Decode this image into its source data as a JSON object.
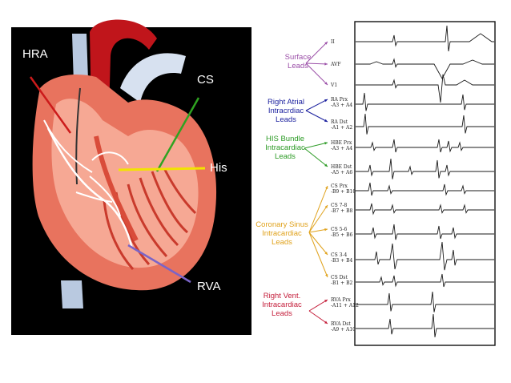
{
  "heart": {
    "labels": {
      "hra": "HRA",
      "cs": "CS",
      "his": "His",
      "rva": "RVA"
    },
    "colors": {
      "hra": "#cc1b1b",
      "cs": "#2fa321",
      "his": "#f2e400",
      "rva": "#7a64c8"
    }
  },
  "groups": [
    {
      "id": "surface",
      "lines": [
        "Surface",
        "Leads"
      ],
      "color": "#9b4fa8"
    },
    {
      "id": "right-atrial",
      "lines": [
        "Right Atrial",
        "Intracrdiac",
        "Leads"
      ],
      "color": "#1a1f9e"
    },
    {
      "id": "his-bundle",
      "lines": [
        "HIS Bundle",
        "Intracardiac",
        "Leads"
      ],
      "color": "#2b9a24"
    },
    {
      "id": "coronary-sinus",
      "lines": [
        "Coronary Sinus",
        "Intracardiac",
        "Leads"
      ],
      "color": "#e0a21c"
    },
    {
      "id": "right-vent",
      "lines": [
        "Right Vent.",
        "Intracardiac",
        "Leads"
      ],
      "color": "#c41d3a"
    }
  ],
  "leads": [
    {
      "id": "II",
      "lines": [
        "II"
      ]
    },
    {
      "id": "AVF",
      "lines": [
        "AVF"
      ]
    },
    {
      "id": "V1",
      "lines": [
        "V1"
      ]
    },
    {
      "id": "RAPrx",
      "lines": [
        "RA Prx",
        "-A3 + A4"
      ]
    },
    {
      "id": "RADst",
      "lines": [
        "RA Dst",
        "-A1 + A2"
      ]
    },
    {
      "id": "HBEPrx",
      "lines": [
        "HBE Prx",
        "-A3 + A4"
      ]
    },
    {
      "id": "HBEDst",
      "lines": [
        "HBE Dst",
        "-A5 + A6"
      ]
    },
    {
      "id": "CSPrx",
      "lines": [
        "CS Prx",
        "-B9 + B10"
      ]
    },
    {
      "id": "CS78",
      "lines": [
        "CS 7-8",
        "-B7 + B8"
      ]
    },
    {
      "id": "CS56",
      "lines": [
        "CS 5-6",
        "-B5 + B6"
      ]
    },
    {
      "id": "CS34",
      "lines": [
        "CS 3-4",
        "-B3 + B4"
      ]
    },
    {
      "id": "CSDst",
      "lines": [
        "CS Dst",
        "-B1 + B2"
      ]
    },
    {
      "id": "RVAPrx",
      "lines": [
        "RVA Prx",
        "-A11 + A12"
      ]
    },
    {
      "id": "RVADst",
      "lines": [
        "RVA Dst",
        "-A9 + A10"
      ]
    }
  ]
}
